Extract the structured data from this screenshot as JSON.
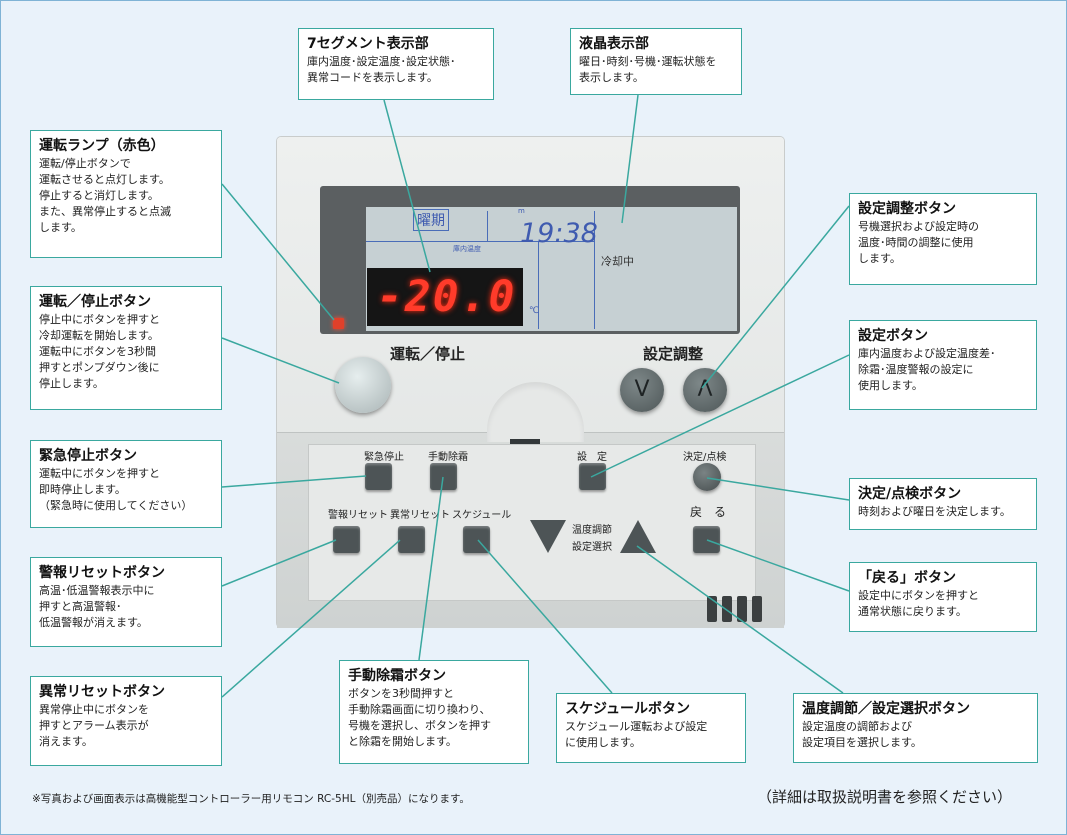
{
  "callouts": {
    "seven_seg": {
      "title": "7セグメント表示部",
      "desc": "庫内温度･設定温度･設定状態･\n異常コードを表示します。"
    },
    "lcd": {
      "title": "液晶表示部",
      "desc": "曜日･時刻･号機･運転状態を\n表示します。"
    },
    "run_lamp": {
      "title": "運転ランプ（赤色）",
      "desc": "運転/停止ボタンで\n運転させると点灯します。\n停止すると消灯します。\nまた、異常停止すると点滅\nします。"
    },
    "run_stop": {
      "title": "運転／停止ボタン",
      "desc": "停止中にボタンを押すと\n冷却運転を開始します。\n運転中にボタンを3秒間\n押すとポンプダウン後に\n停止します。"
    },
    "emergency": {
      "title": "緊急停止ボタン",
      "desc": "運転中にボタンを押すと\n即時停止します。\n（緊急時に使用してください）"
    },
    "alarm_reset": {
      "title": "警報リセットボタン",
      "desc": "高温･低温警報表示中に\n押すと高温警報･\n低温警報が消えます。"
    },
    "error_reset": {
      "title": "異常リセットボタン",
      "desc": "異常停止中にボタンを\n押すとアラーム表示が\n消えます。"
    },
    "manual_defrost": {
      "title": "手動除霜ボタン",
      "desc": "ボタンを3秒間押すと\n手動除霜画面に切り換わり、\n号機を選択し、ボタンを押す\nと除霜を開始します。"
    },
    "schedule": {
      "title": "スケジュールボタン",
      "desc": "スケジュール運転および設定\nに使用します。"
    },
    "temp_adjust": {
      "title": "温度調節／設定選択ボタン",
      "desc": "設定温度の調節および\n設定項目を選択します。"
    },
    "setting_adjust": {
      "title": "設定調整ボタン",
      "desc": "号機選択および設定時の\n温度･時間の調整に使用\nします。"
    },
    "setting": {
      "title": "設定ボタン",
      "desc": "庫内温度および設定温度差･\n除霜･温度警報の設定に\n使用します。"
    },
    "confirm": {
      "title": "決定/点検ボタン",
      "desc": "時刻および曜日を決定します。"
    },
    "back": {
      "title": "「戻る」ボタン",
      "desc": "設定中にボタンを押すと\n通常状態に戻ります。"
    }
  },
  "device": {
    "seg_display": "-20.0",
    "lcd_weekday": "曜期",
    "lcd_time": "19:38",
    "lcd_status": "冷却中",
    "lcd_temp_label": "庫内温度",
    "lcd_unit": "℃",
    "lcd_mark": "m",
    "run_stop_label": "運転／停止",
    "setting_adjust_label": "設定調整",
    "btn_emergency": "緊急停止",
    "btn_defrost": "手動除霜",
    "btn_setting": "設　定",
    "btn_confirm": "決定/点検",
    "btn_alarm_reset": "警報リセット",
    "btn_error_reset": "異常リセット",
    "btn_schedule": "スケジュール",
    "btn_temp_line1": "温度調節",
    "btn_temp_line2": "設定選択",
    "btn_back": "戻　る",
    "down_glyph": "V",
    "up_glyph": "Λ"
  },
  "footer": {
    "note": "※写真および画面表示は高機能型コントローラー用リモコン RC-5HL（別売品）になります。",
    "ref": "（詳細は取扱説明書を参照ください）"
  },
  "colors": {
    "accent": "#3aa89f",
    "background": "#e9f2fa",
    "segment_red": "#ff3b2a"
  }
}
